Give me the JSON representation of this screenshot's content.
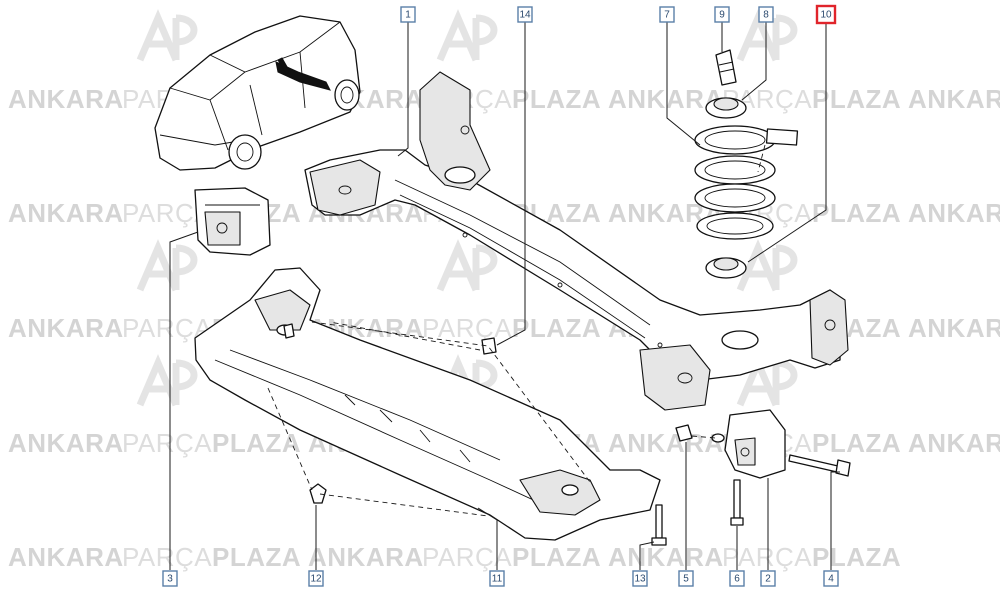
{
  "watermark": {
    "brand_bold_1": "ANKARA",
    "brand_light": "PARÇA",
    "brand_bold_2": "PLAZA",
    "logo_letters": "AP"
  },
  "callouts": [
    {
      "id": "1",
      "label": "1"
    },
    {
      "id": "14",
      "label": "14"
    },
    {
      "id": "7",
      "label": "7"
    },
    {
      "id": "9",
      "label": "9"
    },
    {
      "id": "8",
      "label": "8"
    },
    {
      "id": "10",
      "label": "10",
      "highlighted": true
    },
    {
      "id": "3",
      "label": "3"
    },
    {
      "id": "12",
      "label": "12"
    },
    {
      "id": "11",
      "label": "11"
    },
    {
      "id": "13",
      "label": "13"
    },
    {
      "id": "5",
      "label": "5"
    },
    {
      "id": "6",
      "label": "6"
    },
    {
      "id": "2",
      "label": "2"
    },
    {
      "id": "4",
      "label": "4"
    }
  ],
  "colors": {
    "callout_border": "#5a7fa8",
    "highlight_border": "#e0242b",
    "watermark": "#d4d4d4"
  }
}
